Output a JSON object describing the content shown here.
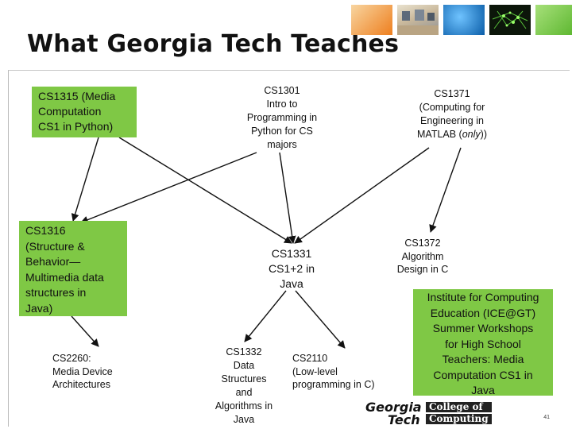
{
  "title": "What Georgia Tech Teaches",
  "nodes": {
    "cs1315": {
      "lines": [
        "CS1315 (Media",
        "Computation",
        "CS1 in Python)"
      ]
    },
    "cs1301": {
      "lines": [
        "CS1301",
        "Intro to",
        "Programming in",
        "Python for CS",
        "majors"
      ]
    },
    "cs1371": {
      "lines": [
        "CS1371",
        "(Computing for",
        "Engineering in",
        "MATLAB ("
      ],
      "emph": "only",
      "tail": "))"
    },
    "cs1316": {
      "lines": [
        "CS1316",
        "(Structure &",
        "Behavior—",
        "Multimedia data",
        "structures in",
        "Java)"
      ]
    },
    "cs1331": {
      "lines": [
        "CS1331",
        "CS1+2 in",
        "Java"
      ]
    },
    "cs1372": {
      "lines": [
        "CS1372",
        "Algorithm",
        "Design in C"
      ]
    },
    "cs2260": {
      "lines": [
        "CS2260:",
        "Media Device",
        "Architectures"
      ]
    },
    "cs1332": {
      "lines": [
        "CS1332",
        "Data",
        "Structures",
        "and",
        "Algorithms in",
        "Java"
      ]
    },
    "cs2110": {
      "lines": [
        "CS2110",
        "(Low-level",
        "programming in C)"
      ]
    },
    "ice": {
      "lines": [
        "Institute for Computing",
        "Education (ICE@GT)",
        "Summer Workshops",
        "for High School",
        "Teachers: Media",
        "Computation CS1 in",
        "Java"
      ]
    }
  },
  "logo": {
    "georgia": "Georgia",
    "tech": "Tech",
    "college": "College of",
    "computing": "Computing"
  },
  "page_number": "41",
  "colors": {
    "green": "#7fc845",
    "arrow": "#111111",
    "frame": "#b9b9b9"
  },
  "photos": [
    "photo-orange",
    "photo-lab",
    "photo-blue",
    "photo-green-network",
    "photo-green"
  ]
}
